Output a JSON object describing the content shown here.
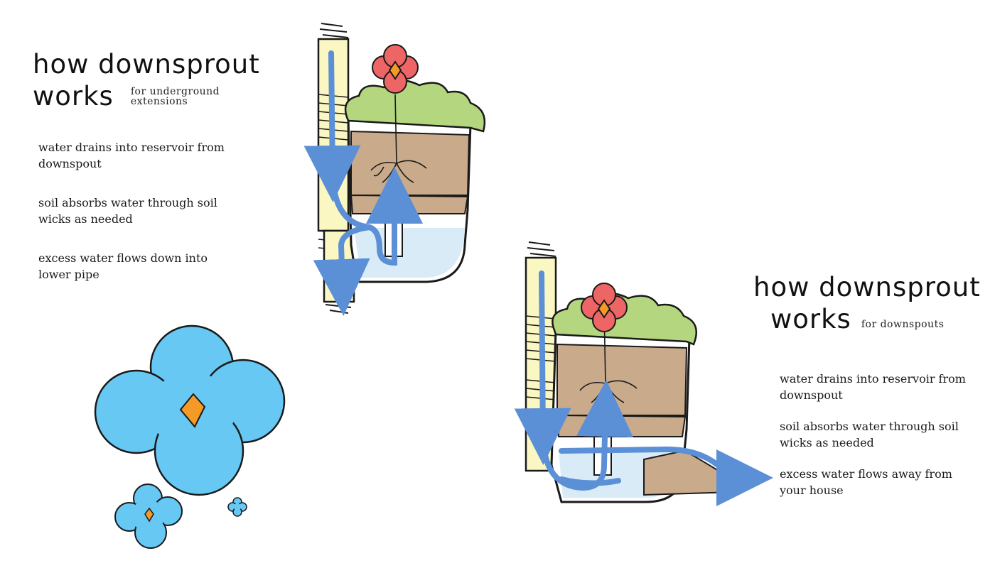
{
  "left_panel": {
    "title_line1": "how downsprout",
    "title_line2": "works",
    "subtitle": "for underground extensions",
    "steps": [
      "water drains into reservoir from downspout",
      "soil absorbs water through soil wicks as needed",
      "excess water flows down into lower pipe"
    ]
  },
  "right_panel": {
    "title_line1": "how downsprout",
    "title_line2": "works",
    "subtitle": "for downspouts",
    "steps": [
      "water drains into reservoir from downspout",
      "soil absorbs water through soil wicks as needed",
      "excess water flows away from your house"
    ]
  },
  "colors": {
    "water_arrow": "#5b8fd6",
    "pipe": "#fbf7c2",
    "soil": "#c9ab8c",
    "foliage": "#b3d67f",
    "reservoir": "#d9ebf7",
    "flower_red": "#ee6565",
    "flower_blue": "#66c8f3",
    "flower_center": "#f59a26",
    "outline": "#1a1a1a"
  }
}
